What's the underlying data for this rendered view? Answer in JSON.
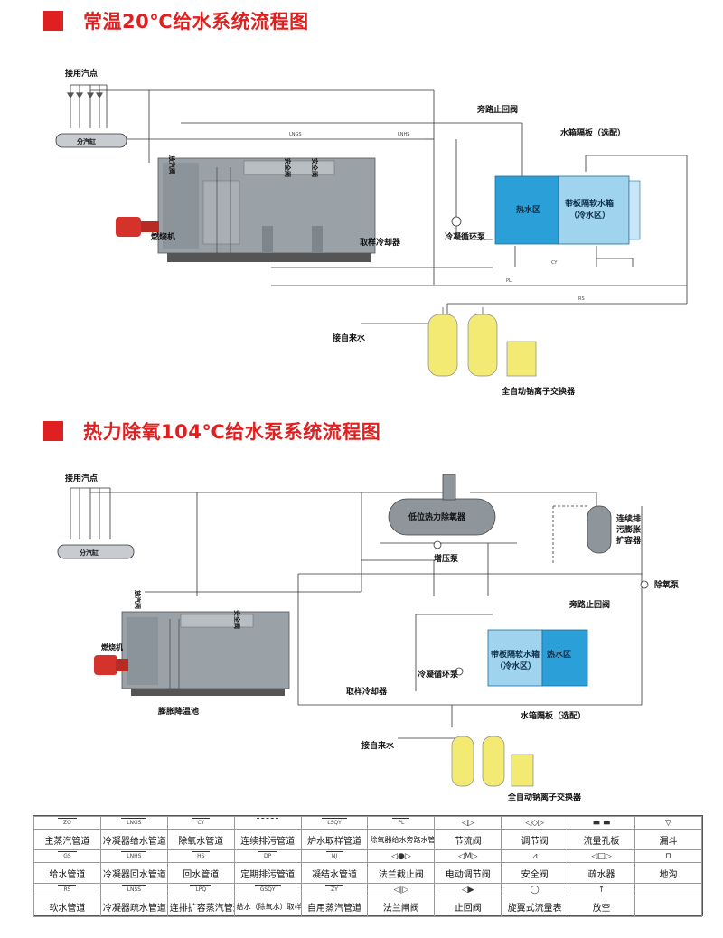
{
  "colors": {
    "accent": "#e02020",
    "tank_hot": "#2a9fd8",
    "tank_cold": "#9fd3ee",
    "tank_yellow": "#f2ea73",
    "burner": "#d4322b",
    "boiler": "#9aa2a8"
  },
  "section1": {
    "title": "常温20℃给水系统流程图",
    "labels": {
      "steam_outlet": "接用汽点",
      "header": "分汽缸",
      "vent_valve": "放汽阀",
      "safety_valve_1": "安全阀",
      "safety_valve_2": "安全阀",
      "burner": "燃烧机",
      "sampling_cooler": "取样冷却器",
      "bypass_check": "旁路止回阀",
      "partition": "水箱隔板（选配）",
      "hot_zone": "热水区",
      "soft_tank_line1": "带板隔软水箱",
      "soft_tank_line2": "（冷水区）",
      "condensate_pump": "冷凝循环泵",
      "city_water": "接自来水",
      "ion_exchanger": "全自动钠离子交换器"
    },
    "pipe_codes": {
      "lngs": "LNGS",
      "lnhs": "LNHS",
      "pl": "PL",
      "rs": "RS",
      "cy": "CY"
    }
  },
  "section2": {
    "title": "热力除氧104℃给水泵系统流程图",
    "labels": {
      "steam_outlet": "接用汽点",
      "header": "分汽缸",
      "deaerator": "低位热力除氧器",
      "booster_pump": "增压泵",
      "flash_line1": "连续排",
      "flash_line2": "污膨胀",
      "flash_line3": "扩容器",
      "deaerator_pump": "除氧泵",
      "bypass_check": "旁路止回阀",
      "vent_valve": "放汽阀",
      "burner": "燃烧机",
      "safety_valve": "安全阀",
      "cooling_pit": "膨胀降温池",
      "sampling_cooler": "取样冷却器",
      "soft_tank_line1": "带板隔软水箱",
      "soft_tank_line2": "（冷水区）",
      "hot_zone": "热水区",
      "condensate_pump": "冷凝循环泵",
      "partition": "水箱隔板（选配）",
      "city_water": "接自来水",
      "ion_exchanger": "全自动钠离子交换器"
    }
  },
  "legend": {
    "rows": [
      {
        "codes": [
          "ZQ",
          "LNGS",
          "CY",
          "",
          "LSQY",
          "PL",
          "",
          "",
          "",
          ""
        ],
        "labels": [
          "主蒸汽管道",
          "冷凝器给水管道",
          "除氧水管道",
          "连续排污管道",
          "炉水取样管道",
          "除氧器给水旁路水管",
          "节流阀",
          "调节阀",
          "流量孔板",
          "漏斗"
        ]
      },
      {
        "codes": [
          "GS",
          "LNHS",
          "HS",
          "DP",
          "NJ",
          "",
          "",
          "",
          "",
          ""
        ],
        "labels": [
          "给水管道",
          "冷凝器回水管道",
          "回水管道",
          "定期排污管道",
          "凝结水管道",
          "法兰截止阀",
          "电动调节阀",
          "安全阀",
          "疏水器",
          "地沟"
        ]
      },
      {
        "codes": [
          "RS",
          "LNSS",
          "LPQ",
          "GSQY",
          "ZY",
          "",
          "",
          "",
          "",
          ""
        ],
        "labels": [
          "软水管道",
          "冷凝器疏水管道",
          "连排扩容蒸汽管道",
          "给水（除氧水）取样管道",
          "自用蒸汽管道",
          "法兰闸阀",
          "止回阀",
          "旋翼式流量表",
          "放空",
          ""
        ]
      }
    ],
    "symbol_icons": [
      [
        "",
        "",
        "",
        "",
        "",
        "",
        "throttle-valve-icon",
        "regulating-valve-icon",
        "orifice-plate-icon",
        "funnel-icon"
      ],
      [
        "",
        "",
        "",
        "",
        "",
        "globe-valve-icon",
        "motor-valve-icon",
        "safety-valve-icon",
        "steam-trap-icon",
        "trench-icon"
      ],
      [
        "",
        "",
        "",
        "",
        "",
        "gate-valve-icon",
        "check-valve-icon",
        "flowmeter-icon",
        "vent-icon",
        ""
      ]
    ]
  }
}
